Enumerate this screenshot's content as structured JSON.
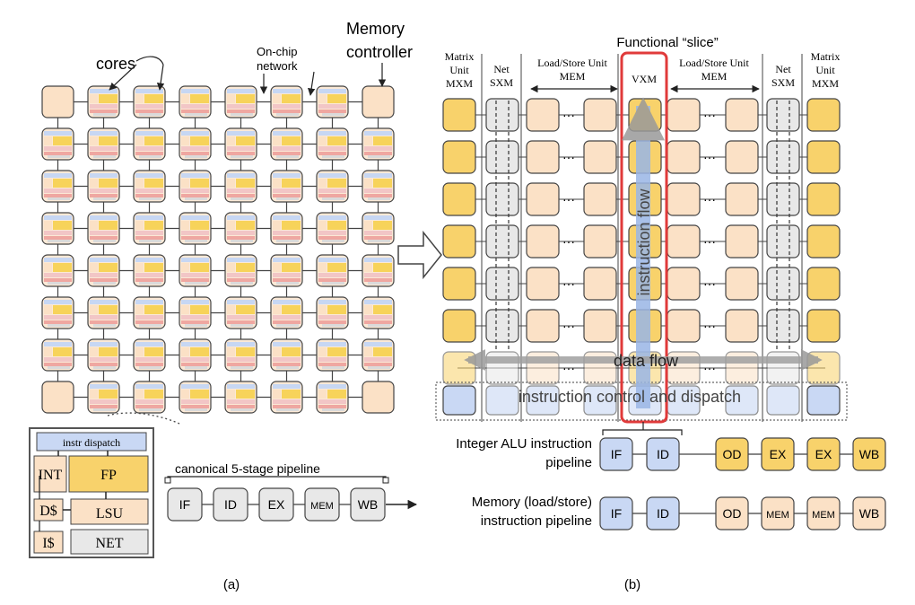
{
  "panel_a": {
    "label_cores": "cores",
    "label_onchip": [
      "On-chip",
      "network"
    ],
    "label_memctrl": [
      "Memory",
      "controller"
    ],
    "core_detail": {
      "instr_dispatch": "instr dispatch",
      "int": "INT",
      "fp": "FP",
      "dcache": "D$",
      "lsu": "LSU",
      "icache": "I$",
      "net": "NET"
    },
    "pipeline_title": "canonical 5-stage pipeline",
    "pipeline_stages": [
      "IF",
      "ID",
      "EX",
      "MEM",
      "WB"
    ],
    "caption": "(a)"
  },
  "panel_b": {
    "functional_slice": "Functional “slice”",
    "col_matrix": [
      "Matrix",
      "Unit",
      "MXM"
    ],
    "col_net": [
      "Net",
      "SXM"
    ],
    "col_mem": [
      "Load/Store Unit",
      "MEM"
    ],
    "col_vxm": "VXM",
    "ellipsis": "···",
    "instruction_flow": "instruction flow",
    "data_flow": "data flow",
    "instruction_control": "instruction control and dispatch",
    "alu_label": [
      "Integer ALU instruction",
      "pipeline"
    ],
    "alu_stages": [
      "IF",
      "ID",
      "OD",
      "EX",
      "EX",
      "WB"
    ],
    "mem_label": [
      "Memory (load/store)",
      "instruction pipeline"
    ],
    "mem_stages": [
      "IF",
      "ID",
      "OD",
      "MEM",
      "MEM",
      "WB"
    ],
    "caption": "(b)"
  },
  "colors": {
    "core_fill": "#fbe1c6",
    "mxm_fill": "#f8d26b",
    "net_fill": "#e8e8e8",
    "dispatch_fill": "#c9d8f4",
    "highlight_red": "#e03a3a",
    "stripe_yellow": "#f7d35a",
    "stripe_pink": "#f2c6c6",
    "stripe_blue": "#c7d7f3",
    "stripe_red": "#ea8a8a"
  }
}
